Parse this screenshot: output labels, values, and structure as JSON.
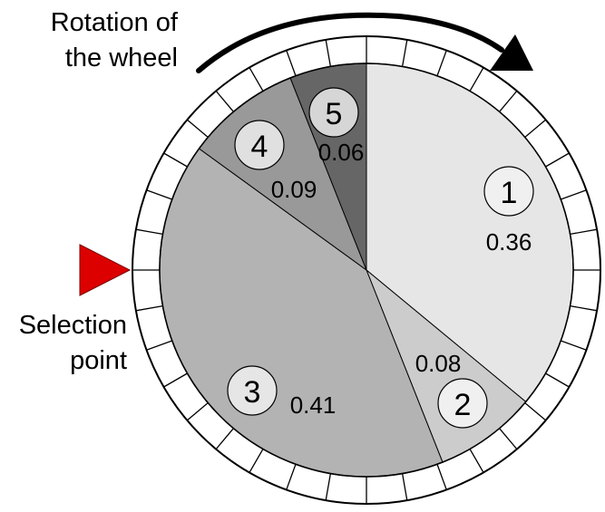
{
  "rotation_label": [
    "Rotation of",
    "the wheel"
  ],
  "selection_label": [
    "Selection",
    "point"
  ],
  "segments": [
    {
      "id": "1",
      "value": 0.36,
      "fill": "#e6e6e6"
    },
    {
      "id": "2",
      "value": 0.08,
      "fill": "#cccccc"
    },
    {
      "id": "3",
      "value": 0.41,
      "fill": "#b3b3b3"
    },
    {
      "id": "4",
      "value": 0.09,
      "fill": "#999999"
    },
    {
      "id": "5",
      "value": 0.06,
      "fill": "#666666"
    }
  ],
  "pointer_color": "#dd0000",
  "tick_count": 36
}
